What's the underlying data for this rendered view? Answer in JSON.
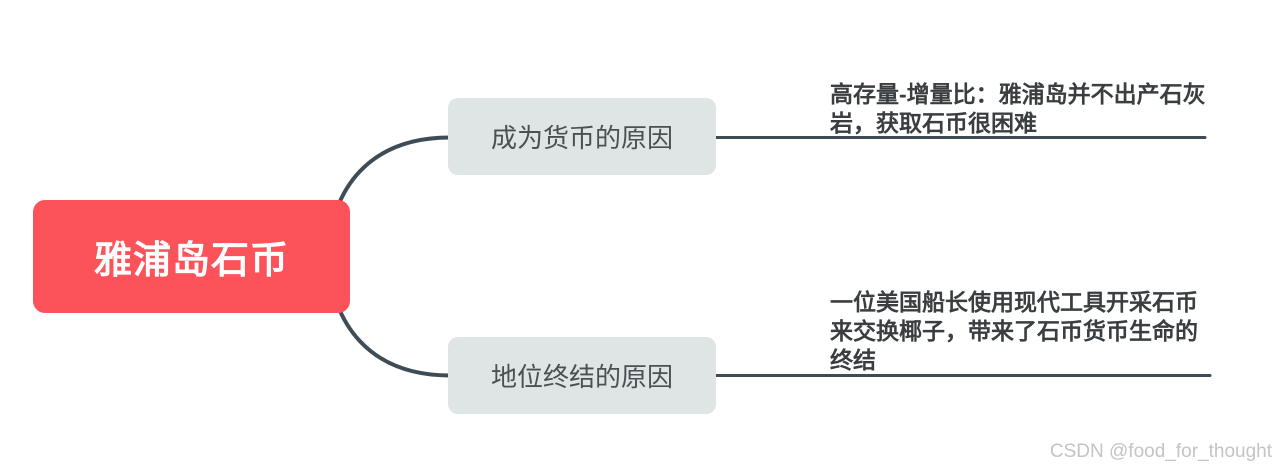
{
  "mindmap": {
    "root": {
      "label": "雅浦岛石币"
    },
    "branches": [
      {
        "label": "成为货币的原因",
        "note": "高存量-增量比：雅浦岛并不出产石灰岩，获取石币很困难"
      },
      {
        "label": "地位终结的原因",
        "note": "一位美国船长使用现代工具开采石币来交换椰子，带来了石币货币生命的终结"
      }
    ]
  },
  "watermark": "CSDN @food_for_thought",
  "colors": {
    "root_background": "#FC525A",
    "root_text": "#FFFFFF",
    "branch_background": "#DFE4E5",
    "branch_text": "#4B5053",
    "note_text": "#3A3E41",
    "connector_line": "#3F4B55",
    "watermark_text": "#C4C4C4",
    "page_background": "#FFFFFF"
  }
}
